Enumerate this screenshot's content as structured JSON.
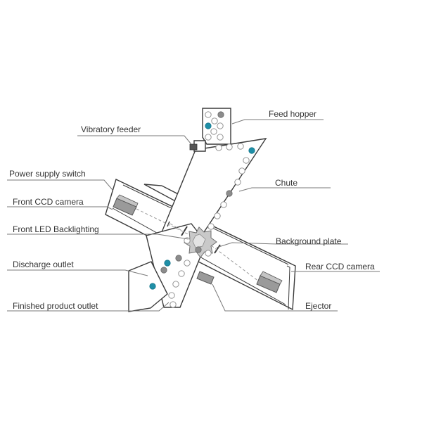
{
  "labels": {
    "feed_hopper": "Feed hopper",
    "vibratory_feeder": "Vibratory feeder",
    "power_supply_switch": "Power supply switch",
    "chute": "Chute",
    "front_ccd_camera": "Front CCD camera",
    "front_led_backlighting": "Front LED Backlighting",
    "background_plate": "Background plate",
    "discharge_outlet": "Discharge outlet",
    "rear_ccd_camera": "Rear CCD camera",
    "finished_product_outlet": "Finished product outlet",
    "ejector": "Ejector"
  },
  "colors": {
    "line": "#3a3a3a",
    "leader": "#7a7a7a",
    "text": "#333333",
    "defect_gray": "#8c8c8c",
    "defect_teal": "#1f8fa7"
  }
}
